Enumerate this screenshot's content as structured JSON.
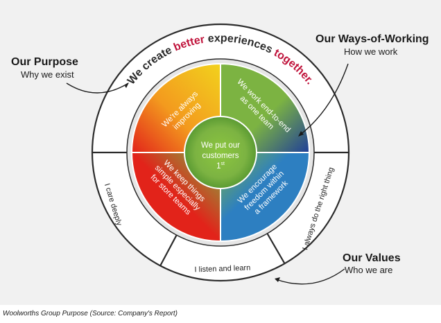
{
  "wheel": {
    "outer_arc": {
      "part1": "We create ",
      "part2": "better",
      "part3": " experiences ",
      "part4": "together."
    },
    "hub": {
      "line1": "We put our",
      "line2": "customers",
      "line3": "1",
      "superscript": "st"
    },
    "segments": {
      "top_left": [
        "We're always",
        "improving"
      ],
      "top_right": [
        "We work end-to-end",
        "as one team"
      ],
      "bottom_left": [
        "We keep things",
        "simple especially",
        "for store teams"
      ],
      "bottom_right": [
        "We encourage",
        "freedom within",
        "a framework"
      ]
    },
    "values": {
      "left": "I care deeply",
      "bottom": "I listen and learn",
      "right": "I always do the right thing"
    }
  },
  "callouts": {
    "purpose": {
      "title": "Our Purpose",
      "subtitle": "Why we exist"
    },
    "ways": {
      "title": "Our Ways-of-Working",
      "subtitle": "How we work"
    },
    "values": {
      "title": "Our Values",
      "subtitle": "Who we are"
    }
  },
  "caption": "Woolworths Group Purpose (Source: Company's Report)",
  "colors": {
    "accent": "#c0143c",
    "red": "#e2231a",
    "orange": "#f39a1e",
    "yellow": "#f2d21d",
    "green": "#7cb342",
    "blue": "#2d7fc1",
    "navy": "#1f3f99"
  }
}
